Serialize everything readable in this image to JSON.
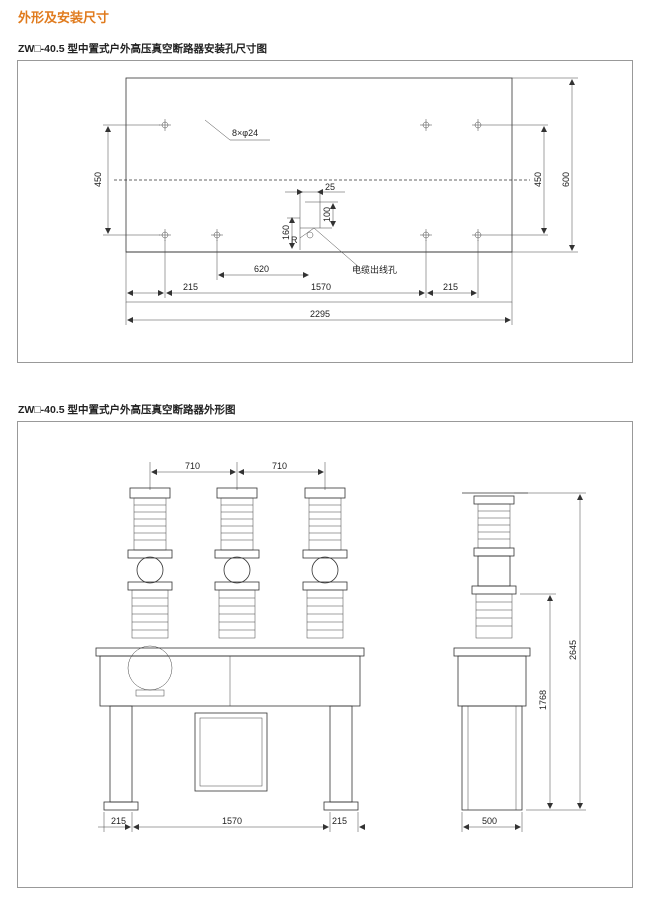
{
  "header": {
    "title": "外形及安装尺寸"
  },
  "section1": {
    "caption": "ZW□-40.5 型中置式户外高压真空断路器安装孔尺寸图",
    "holes_label": "8×φ24",
    "dims": {
      "d450_left": "450",
      "d450_right": "450",
      "d600": "600",
      "d25": "25",
      "d100": "100",
      "d160": "160",
      "dR": "R",
      "d620": "620",
      "d215_left": "215",
      "d1570": "1570",
      "d215_right": "215",
      "d2295": "2295"
    },
    "cable_label": "电缆出线孔"
  },
  "section2": {
    "caption": "ZW□-40.5 型中置式户外高压真空断路器外形图",
    "dims": {
      "d710_a": "710",
      "d710_b": "710",
      "d215_left": "215",
      "d1570": "1570",
      "d215_right": "215",
      "d2645": "2645",
      "d1768": "1768",
      "d500": "500"
    }
  }
}
